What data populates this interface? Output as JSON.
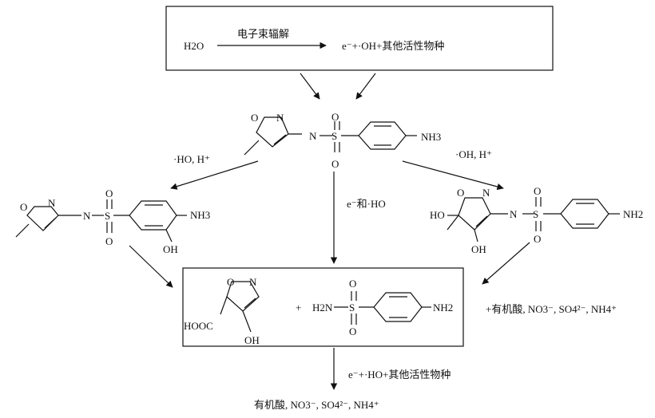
{
  "top_box": {
    "reactant": "H2O",
    "arrow_label": "电子束辐解",
    "products": "e⁻+·OH+其他活性物种"
  },
  "parent": {
    "nh_label": "N",
    "amine": "NH3"
  },
  "routes": {
    "left_reagent": "·HO, H⁺",
    "right_reagent": "·OH, H⁺",
    "middle_reagent": "e⁻和·HO"
  },
  "left_product": {
    "amine": "NH3",
    "oh": "OH"
  },
  "right_product": {
    "ho": "HO",
    "oh": "OH",
    "amine": "NH2"
  },
  "center_box": {
    "acid": "HOOC",
    "oh": "OH",
    "plus": "+",
    "sulfonamide": "H2N",
    "amine": "NH2"
  },
  "right_summary": "+有机酸, NO3⁻, SO4²⁻, NH4⁺",
  "bottom_reagent": "e⁻+·HO+其他活性物种",
  "bottom_summary": "有机酸, NO3⁻, SO4²⁻, NH4⁺"
}
